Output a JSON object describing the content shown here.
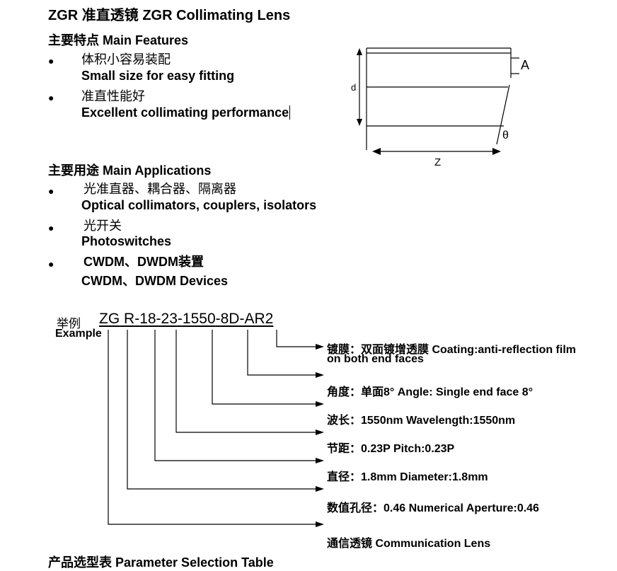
{
  "title": "ZGR  准直透镜    ZGR Collimating Lens",
  "features": {
    "heading": "主要特点   Main Features",
    "items": [
      {
        "cn": "体积小容易装配",
        "en": "Small size for easy fitting"
      },
      {
        "cn": "准直性能好",
        "en": "Excellent collimating  performance"
      }
    ]
  },
  "diagram": {
    "label_d": "d",
    "label_a": "A",
    "label_theta": "θ",
    "label_z": "Z"
  },
  "applications": {
    "heading": "主要用途 Main Applications",
    "items": [
      {
        "cn": "光准直器、耦合器、隔离器",
        "en": "Optical collimators, couplers, isolators"
      },
      {
        "cn": "光开关",
        "en": "Photoswitches"
      },
      {
        "cn": "CWDM、DWDM装置",
        "en": "CWDM、DWDM Devices"
      }
    ]
  },
  "example": {
    "label_cn": "举例",
    "label_en": "Example",
    "code_segments": [
      "ZG",
      "R",
      "-",
      "18",
      "-",
      "23",
      "-",
      "1550",
      "-",
      "8D",
      "-",
      "AR2"
    ],
    "descriptions": [
      {
        "line1": "镀膜：双面镀增透膜  Coating:anti-reflection film",
        "line2": "on both end faces"
      },
      {
        "line1": "角度：单面8°  Angle: Single end face 8°"
      },
      {
        "line1": "波长：1550nm   Wavelength:1550nm"
      },
      {
        "line1": "节距：0.23P   Pitch:0.23P"
      },
      {
        "line1": "直径：1.8mm   Diameter:1.8mm"
      },
      {
        "line1": "数值孔径：0.46   Numerical Aperture:0.46"
      },
      {
        "line1": "通信透镜   Communication Lens"
      }
    ]
  },
  "table_heading": "产品选型表   Parameter Selection Table"
}
